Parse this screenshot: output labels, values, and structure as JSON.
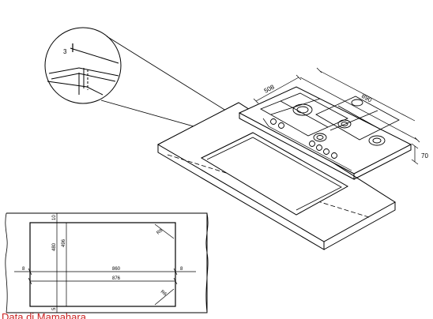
{
  "detail": {
    "thickness_label": "3"
  },
  "hob": {
    "depth_label": "508",
    "width_label": "890",
    "height_label": "70"
  },
  "cutout_plan": {
    "top_margin_label": "10",
    "inner_depth_label": "480",
    "outer_depth_label": "496",
    "bottom_margin_label": "5",
    "left_margin_label": "8",
    "inner_width_label": "860",
    "right_margin_label": "8",
    "outer_width_label": "876",
    "corner_radius_top_label": "R8",
    "corner_radius_bottom_label": "R6"
  },
  "caption": "Data di Mamahara"
}
